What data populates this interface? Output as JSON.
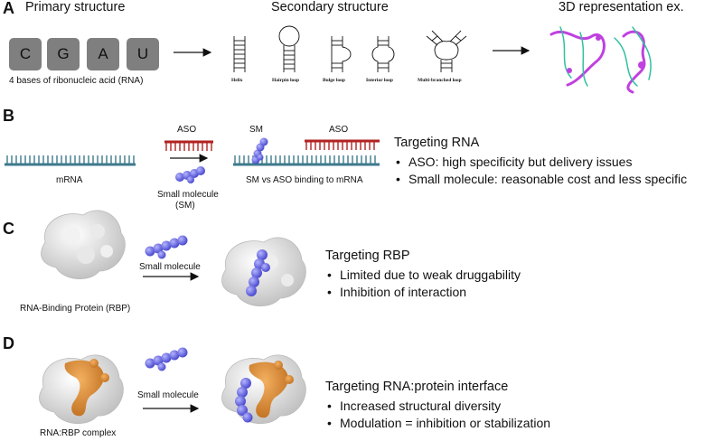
{
  "panels": {
    "A": {
      "letter": "A",
      "primary_title": "Primary structure",
      "secondary_title": "Secondary structure",
      "rep_title": "3D representation ex.",
      "bases": [
        "C",
        "G",
        "A",
        "U"
      ],
      "bases_caption": "4 bases of ribonucleic acid (RNA)",
      "structures": [
        "Helix",
        "Hairpin loop",
        "Bulge loop",
        "Interior loop",
        "Multi-branched loop"
      ]
    },
    "B": {
      "letter": "B",
      "aso_label": "ASO",
      "aso_label2": "ASO",
      "sm_label": "SM",
      "mrna_label": "mRNA",
      "small_molecule_label": "Small molecule",
      "small_molecule_abbr": "(SM)",
      "binding_caption": "SM vs ASO binding  to mRNA",
      "heading": "Targeting RNA",
      "bullets": [
        "ASO: high specificity but delivery issues",
        "Small molecule: reasonable cost and less specific"
      ]
    },
    "C": {
      "letter": "C",
      "small_molecule_label": "Small molecule",
      "protein_caption": "RNA-Binding Protein (RBP)",
      "heading": "Targeting RBP",
      "bullets": [
        "Limited due to weak druggability",
        "Inhibition of interaction"
      ]
    },
    "D": {
      "letter": "D",
      "small_molecule_label": "Small molecule",
      "complex_caption": "RNA:RBP complex",
      "heading": "Targeting RNA:protein interface",
      "bullets": [
        "Increased structural diversity",
        "Modulation = inhibition or stabilization"
      ]
    }
  },
  "colors": {
    "mrna": "#3d7a8c",
    "aso": "#b22222",
    "small_molecule": "#6a6ae0",
    "protein": "#dcdcdc",
    "rna_interface": "#e08a2a",
    "rna_3d_purple": "#c040e0",
    "rna_3d_cyan": "#30c0a0"
  }
}
